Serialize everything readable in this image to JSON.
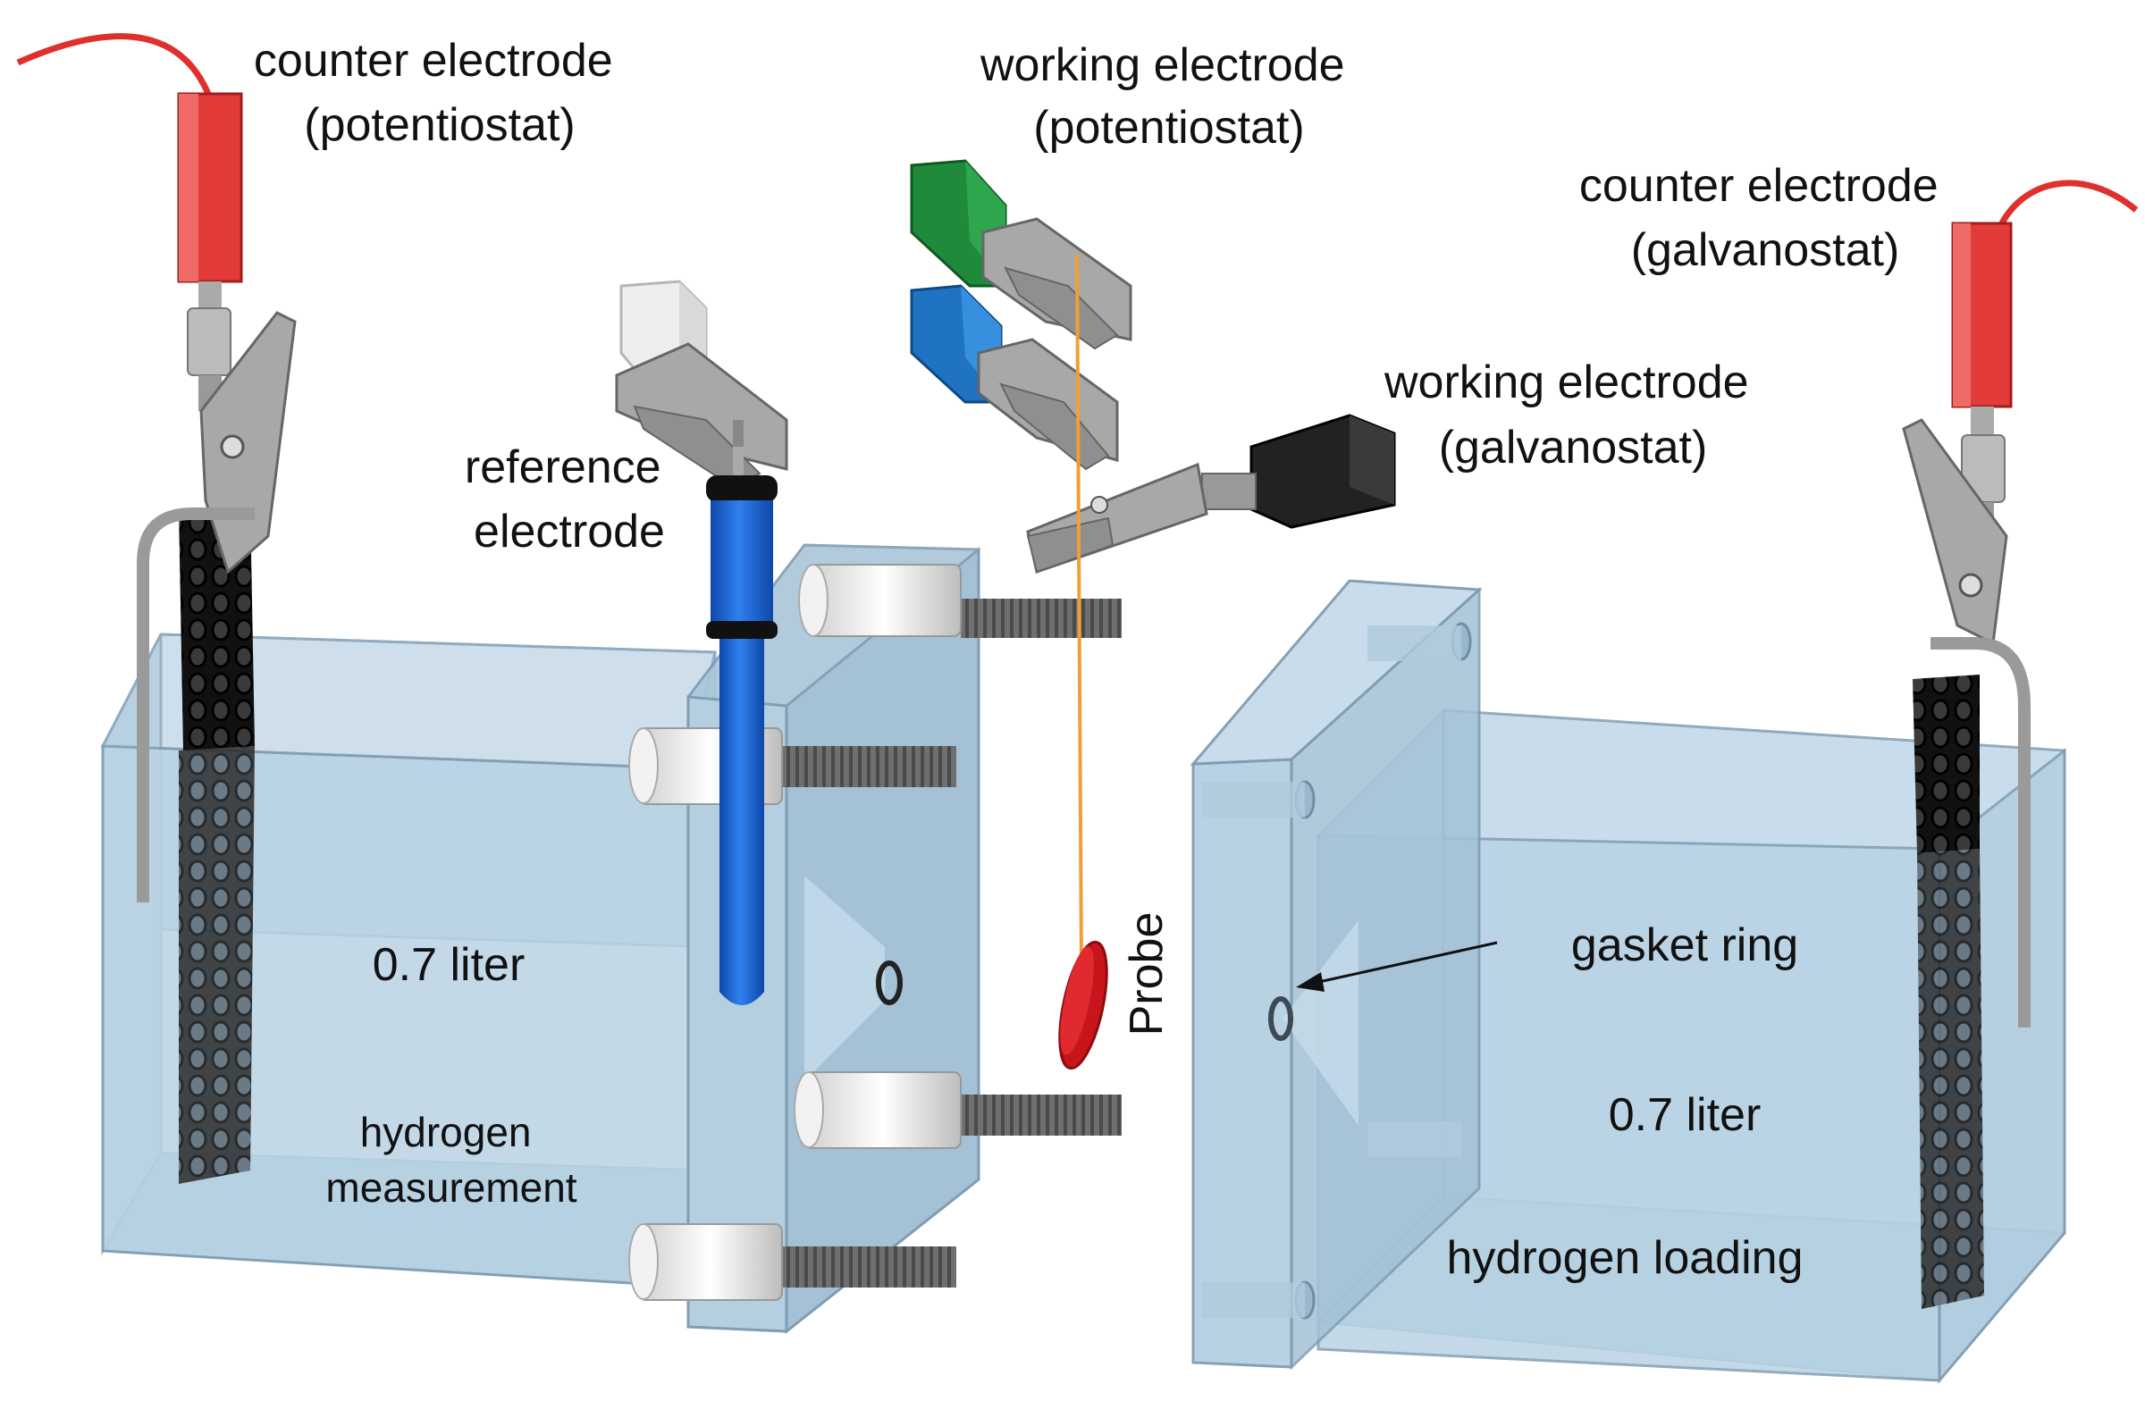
{
  "labels": {
    "counter_potentiostat": [
      "counter electrode",
      "(potentiostat)"
    ],
    "working_potentiostat": [
      "working electrode",
      "(potentiostat)"
    ],
    "counter_galvanostat": [
      "counter electrode",
      "(galvanostat)"
    ],
    "working_galvanostat": [
      "working electrode",
      "(galvanostat)"
    ],
    "reference_electrode": [
      "reference",
      "electrode"
    ],
    "left_volume": "0.7 liter",
    "left_purpose": [
      "hydrogen",
      "measurement"
    ],
    "probe": "Probe",
    "gasket_ring": "gasket ring",
    "right_volume": "0.7 liter",
    "right_purpose": "hydrogen loading"
  },
  "colors": {
    "tank_fill": "#b9d3e4",
    "tank_edge": "#7f9db3",
    "cable_red": "#e0302e",
    "plug_red": "#e23b39",
    "plug_green": "#1f8a3a",
    "plug_blue": "#1f73c2",
    "plug_white": "#eeeeee",
    "plug_black": "#222222",
    "reference_blue": "#1d63d8",
    "probe_red": "#c8151b",
    "probe_wire": "#f39c3a",
    "mesh": "#1a1a1a",
    "clip_metal": "#9a9a9a"
  },
  "icons": [
    "alligator-clip-icon",
    "banana-plug-icon",
    "screw-bolt-icon",
    "mesh-electrode-icon"
  ]
}
